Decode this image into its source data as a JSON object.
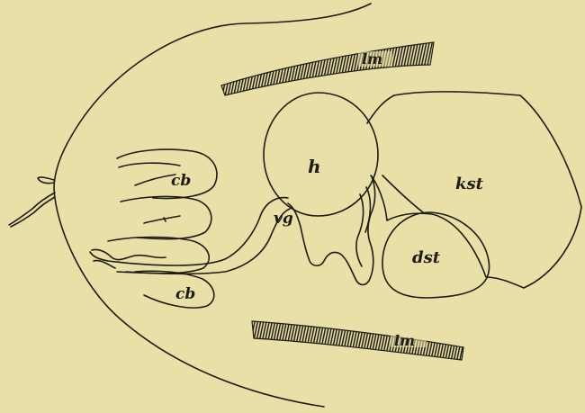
{
  "labels": {
    "lm_upper": "lm",
    "lm_lower": "lm",
    "h": "h",
    "kst": "kst",
    "dst": "dst",
    "vg": "vg",
    "cb_upper": "cb",
    "cb_lower": "cb"
  },
  "colors": {
    "paper": "#e8e0a6",
    "ink": "#1e1b12"
  }
}
